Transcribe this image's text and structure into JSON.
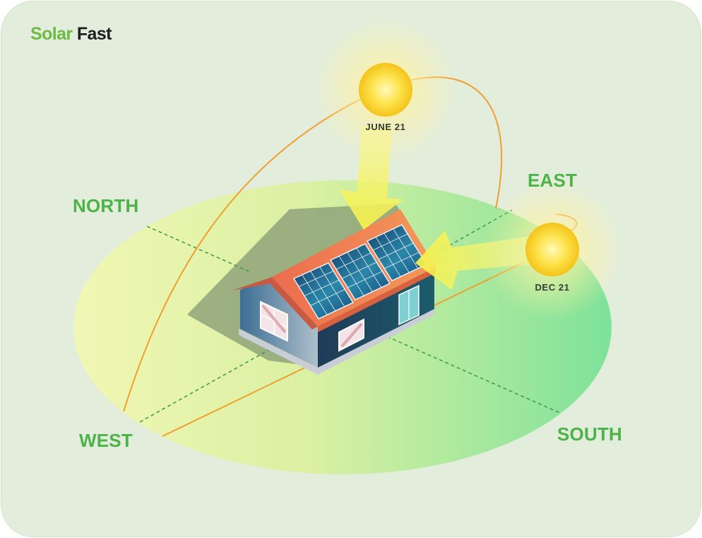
{
  "logo": {
    "part1": "Solar",
    "part2": "Fast"
  },
  "compass": {
    "north": "NORTH",
    "east": "EAST",
    "south": "SOUTH",
    "west": "WEST"
  },
  "suns": {
    "summer_label": "JUNE 21",
    "winter_label": "DEC 21"
  },
  "colors": {
    "card_background": "#e3eddb",
    "ground_yellow": "#eef6a8",
    "ground_green": "#7ee29a",
    "sun_path": "#f0a030",
    "compass_text": "#4cb349",
    "logo_green": "#6dbb45",
    "roof": "#ec6c4e",
    "solar_panel": "#1e5a9c"
  },
  "icons": {
    "summer_sun": "sun-icon",
    "winter_sun": "sun-icon",
    "house": "house-illustration",
    "sunlight_arrows": "arrow-icon"
  }
}
